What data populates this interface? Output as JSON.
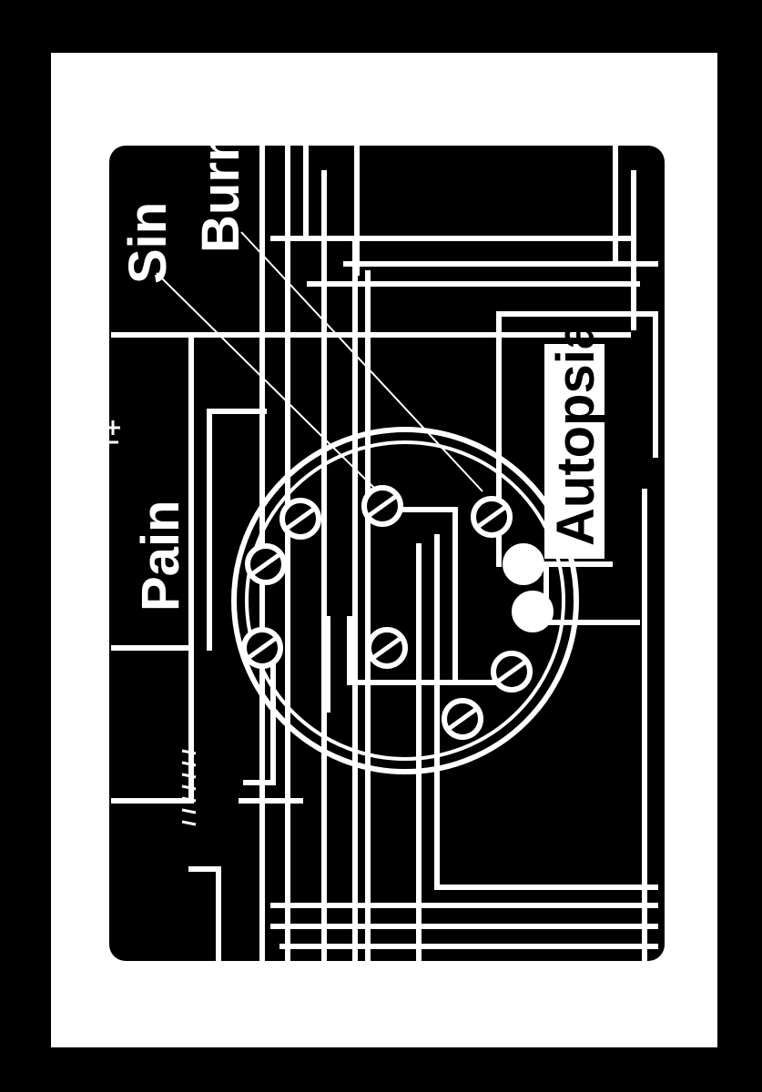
{
  "labels": {
    "pain": "Pain",
    "sin": "Sin",
    "burn": "Burn",
    "autopsia": "Autopsia"
  },
  "colors": {
    "border": "#000000",
    "mat": "#ffffff",
    "panel": "#000000",
    "line": "#ffffff"
  }
}
